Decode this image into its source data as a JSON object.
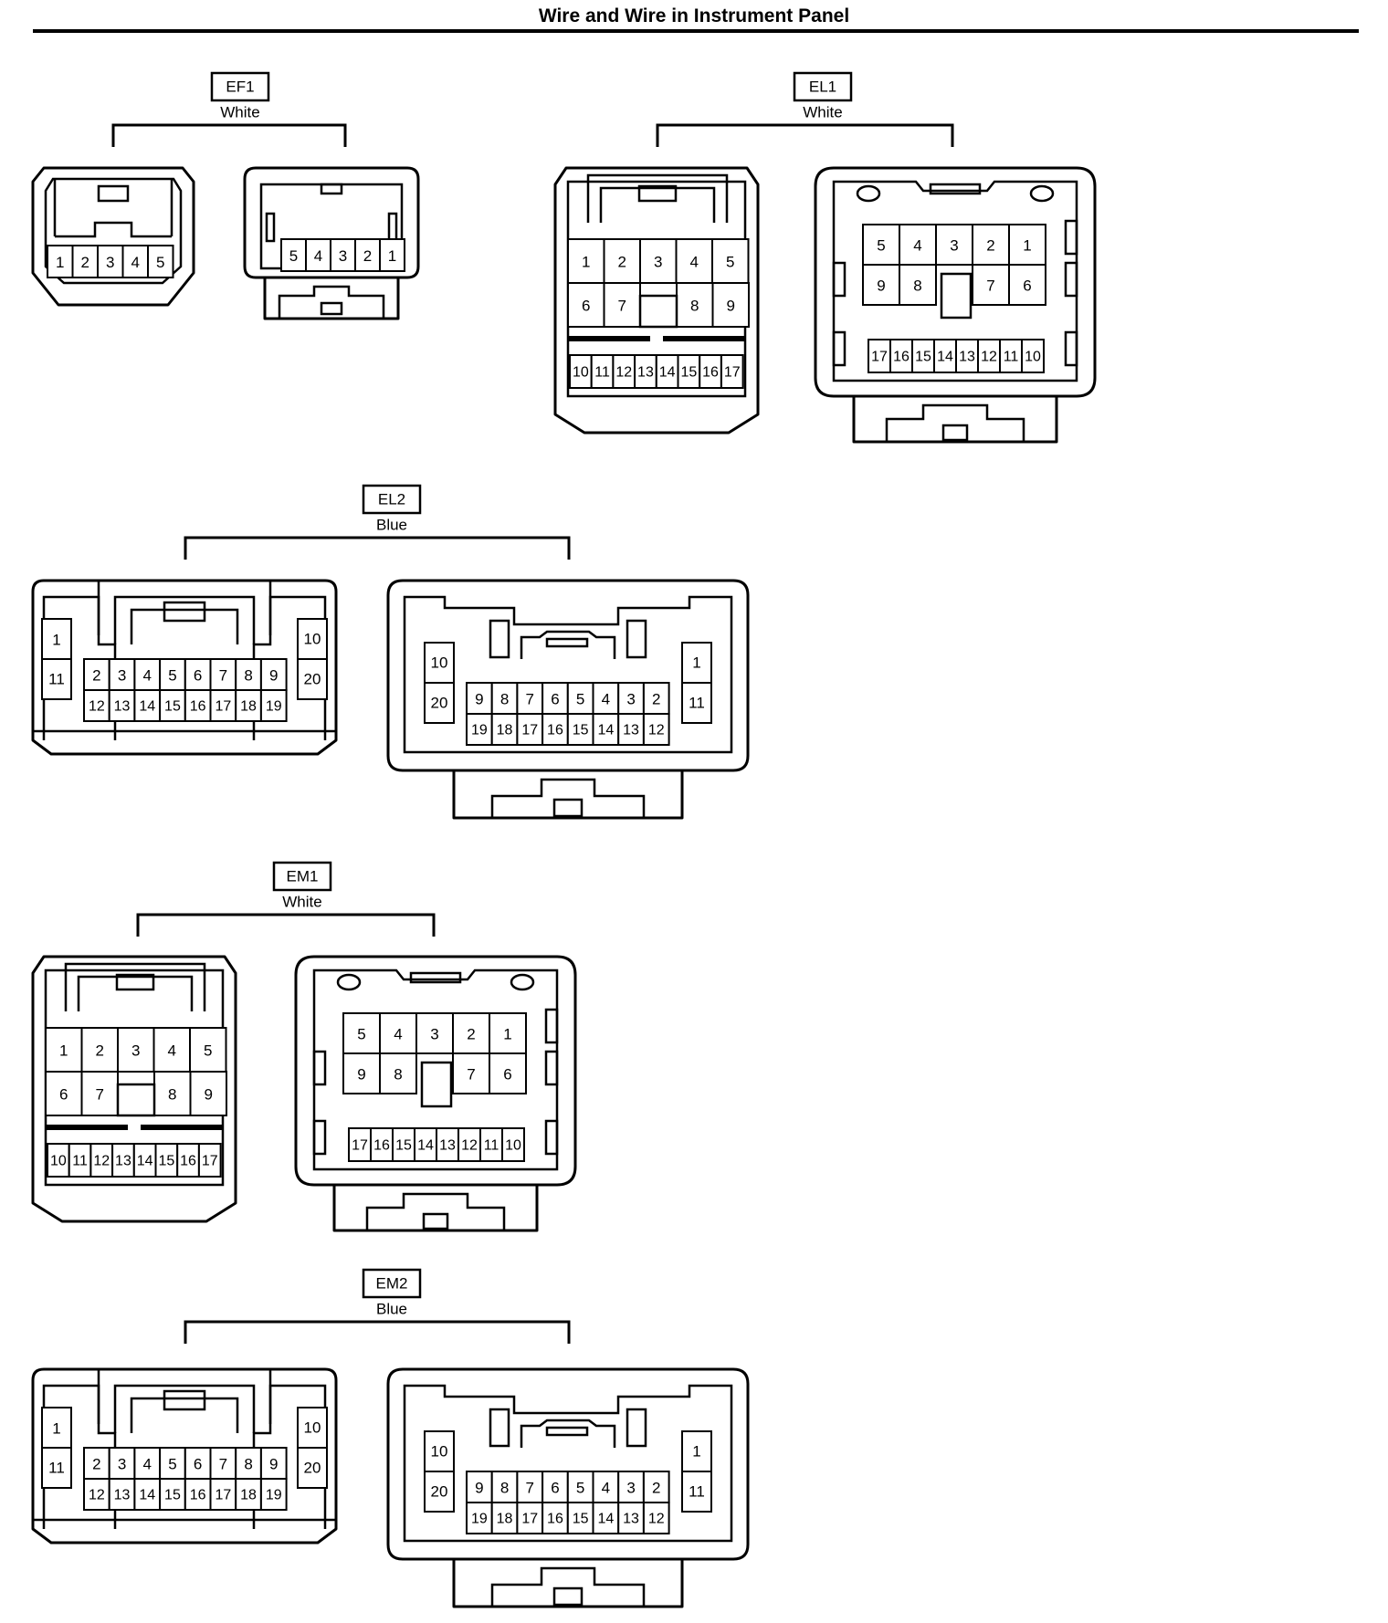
{
  "title": "Wire and Wire in Instrument Panel",
  "groups": [
    {
      "code": "EF1",
      "color": "White",
      "type": "type5",
      "pins_left": [
        [
          1,
          2,
          3,
          4,
          5
        ]
      ],
      "pins_right": [
        [
          5,
          4,
          3,
          2,
          1
        ]
      ]
    },
    {
      "code": "EL1",
      "color": "White",
      "type": "type17",
      "pins_left": [
        [
          1,
          2,
          3,
          4,
          5
        ],
        [
          6,
          7,
          8,
          9
        ],
        [
          10,
          11,
          12,
          13,
          14,
          15,
          16,
          17
        ]
      ],
      "pins_right": [
        [
          5,
          4,
          3,
          2,
          1
        ],
        [
          9,
          8,
          7,
          6
        ],
        [
          17,
          16,
          15,
          14,
          13,
          12,
          11,
          10
        ]
      ]
    },
    {
      "code": "EL2",
      "color": "Blue",
      "type": "type20",
      "pins_left": [
        [
          1,
          11
        ],
        [
          2,
          3,
          4,
          5,
          6,
          7,
          8,
          9
        ],
        [
          12,
          13,
          14,
          15,
          16,
          17,
          18,
          19
        ],
        [
          10,
          20
        ]
      ],
      "pins_right": [
        [
          10,
          20
        ],
        [
          9,
          8,
          7,
          6,
          5,
          4,
          3,
          2
        ],
        [
          19,
          18,
          17,
          16,
          15,
          14,
          13,
          12
        ],
        [
          1,
          11
        ]
      ]
    },
    {
      "code": "EM1",
      "color": "White",
      "type": "type17",
      "pins_left": [
        [
          1,
          2,
          3,
          4,
          5
        ],
        [
          6,
          7,
          8,
          9
        ],
        [
          10,
          11,
          12,
          13,
          14,
          15,
          16,
          17
        ]
      ],
      "pins_right": [
        [
          5,
          4,
          3,
          2,
          1
        ],
        [
          9,
          8,
          7,
          6
        ],
        [
          17,
          16,
          15,
          14,
          13,
          12,
          11,
          10
        ]
      ]
    },
    {
      "code": "EM2",
      "color": "Blue",
      "type": "type20",
      "pins_left": [
        [
          1,
          11
        ],
        [
          2,
          3,
          4,
          5,
          6,
          7,
          8,
          9
        ],
        [
          12,
          13,
          14,
          15,
          16,
          17,
          18,
          19
        ],
        [
          10,
          20
        ]
      ],
      "pins_right": [
        [
          10,
          20
        ],
        [
          9,
          8,
          7,
          6,
          5,
          4,
          3,
          2
        ],
        [
          19,
          18,
          17,
          16,
          15,
          14,
          13,
          12
        ],
        [
          1,
          11
        ]
      ]
    }
  ]
}
